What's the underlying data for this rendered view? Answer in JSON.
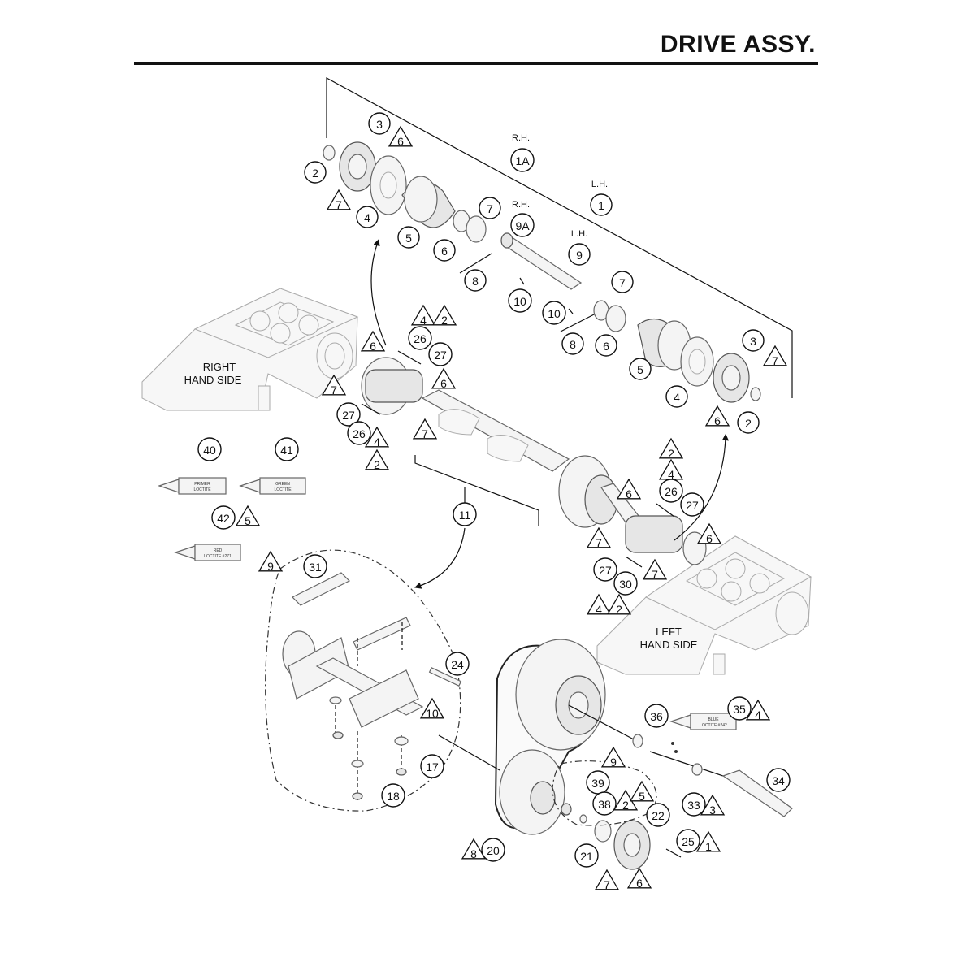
{
  "title": "DRIVE ASSY.",
  "callouts": [
    {
      "id": "c3a",
      "text": "3"
    },
    {
      "id": "c2a",
      "text": "2"
    },
    {
      "id": "c4a",
      "text": "4"
    },
    {
      "id": "c5a",
      "text": "5"
    },
    {
      "id": "c6a",
      "text": "6"
    },
    {
      "id": "c7a",
      "text": "7"
    },
    {
      "id": "c1A",
      "text": "1A"
    },
    {
      "id": "c1",
      "text": "1"
    },
    {
      "id": "c9A",
      "text": "9A"
    },
    {
      "id": "c9",
      "text": "9"
    },
    {
      "id": "c8a",
      "text": "8"
    },
    {
      "id": "c10a",
      "text": "10"
    },
    {
      "id": "c10b",
      "text": "10"
    },
    {
      "id": "c7b",
      "text": "7"
    },
    {
      "id": "c8b",
      "text": "8"
    },
    {
      "id": "c6b",
      "text": "6"
    },
    {
      "id": "c5b",
      "text": "5"
    },
    {
      "id": "c4b",
      "text": "4"
    },
    {
      "id": "c3b",
      "text": "3"
    },
    {
      "id": "c2b",
      "text": "2"
    },
    {
      "id": "c26a",
      "text": "26"
    },
    {
      "id": "c27a",
      "text": "27"
    },
    {
      "id": "c27b",
      "text": "27"
    },
    {
      "id": "c26b",
      "text": "26"
    },
    {
      "id": "c40",
      "text": "40"
    },
    {
      "id": "c41",
      "text": "41"
    },
    {
      "id": "c42",
      "text": "42"
    },
    {
      "id": "c11",
      "text": "11"
    },
    {
      "id": "c26c",
      "text": "26"
    },
    {
      "id": "c27c",
      "text": "27"
    },
    {
      "id": "c27d",
      "text": "27"
    },
    {
      "id": "c30",
      "text": "30"
    },
    {
      "id": "c31",
      "text": "31"
    },
    {
      "id": "c24",
      "text": "24"
    },
    {
      "id": "c17",
      "text": "17"
    },
    {
      "id": "c18",
      "text": "18"
    },
    {
      "id": "c36",
      "text": "36"
    },
    {
      "id": "c35",
      "text": "35"
    },
    {
      "id": "c39",
      "text": "39"
    },
    {
      "id": "c38",
      "text": "38"
    },
    {
      "id": "c22",
      "text": "22"
    },
    {
      "id": "c33",
      "text": "33"
    },
    {
      "id": "c34",
      "text": "34"
    },
    {
      "id": "c25",
      "text": "25"
    },
    {
      "id": "c21",
      "text": "21"
    },
    {
      "id": "c20",
      "text": "20"
    }
  ],
  "notes": [
    {
      "id": "t6a",
      "text": "6"
    },
    {
      "id": "t7a",
      "text": "7"
    },
    {
      "id": "t4a",
      "text": "4"
    },
    {
      "id": "t2a",
      "text": "2"
    },
    {
      "id": "t6b",
      "text": "6"
    },
    {
      "id": "t7b",
      "text": "7"
    },
    {
      "id": "t6c",
      "text": "6"
    },
    {
      "id": "t7c",
      "text": "7"
    },
    {
      "id": "t4b",
      "text": "4"
    },
    {
      "id": "t2b",
      "text": "2"
    },
    {
      "id": "t7d",
      "text": "7"
    },
    {
      "id": "t6d",
      "text": "6"
    },
    {
      "id": "t5a",
      "text": "5"
    },
    {
      "id": "t2c",
      "text": "2"
    },
    {
      "id": "t4c",
      "text": "4"
    },
    {
      "id": "t6e",
      "text": "6"
    },
    {
      "id": "t7e",
      "text": "7"
    },
    {
      "id": "t6f",
      "text": "6"
    },
    {
      "id": "t7f",
      "text": "7"
    },
    {
      "id": "t4d",
      "text": "4"
    },
    {
      "id": "t2d",
      "text": "2"
    },
    {
      "id": "t9a",
      "text": "9"
    },
    {
      "id": "t10a",
      "text": "10"
    },
    {
      "id": "t4e",
      "text": "4"
    },
    {
      "id": "t9b",
      "text": "9"
    },
    {
      "id": "t2e",
      "text": "2"
    },
    {
      "id": "t5b",
      "text": "5"
    },
    {
      "id": "t3a",
      "text": "3"
    },
    {
      "id": "t1a",
      "text": "1"
    },
    {
      "id": "t8a",
      "text": "8"
    },
    {
      "id": "t7g",
      "text": "7"
    },
    {
      "id": "t6g",
      "text": "6"
    }
  ],
  "text_labels": {
    "rh_1": "R.H.",
    "lh_1": "L.H.",
    "rh_9": "R.H.",
    "lh_9": "L.H.",
    "right_side_1": "RIGHT",
    "right_side_2": "HAND SIDE",
    "left_side_1": "LEFT",
    "left_side_2": "HAND SIDE"
  },
  "tubes": {
    "primer_1": "PRIMER",
    "primer_2": "LOCTITE",
    "green_1": "GREEN",
    "green_2": "LOCTITE",
    "red_1": "RED",
    "red_2": "LOCTITE #271",
    "blue_1": "BLUE",
    "blue_2": "LOCTITE #242"
  }
}
